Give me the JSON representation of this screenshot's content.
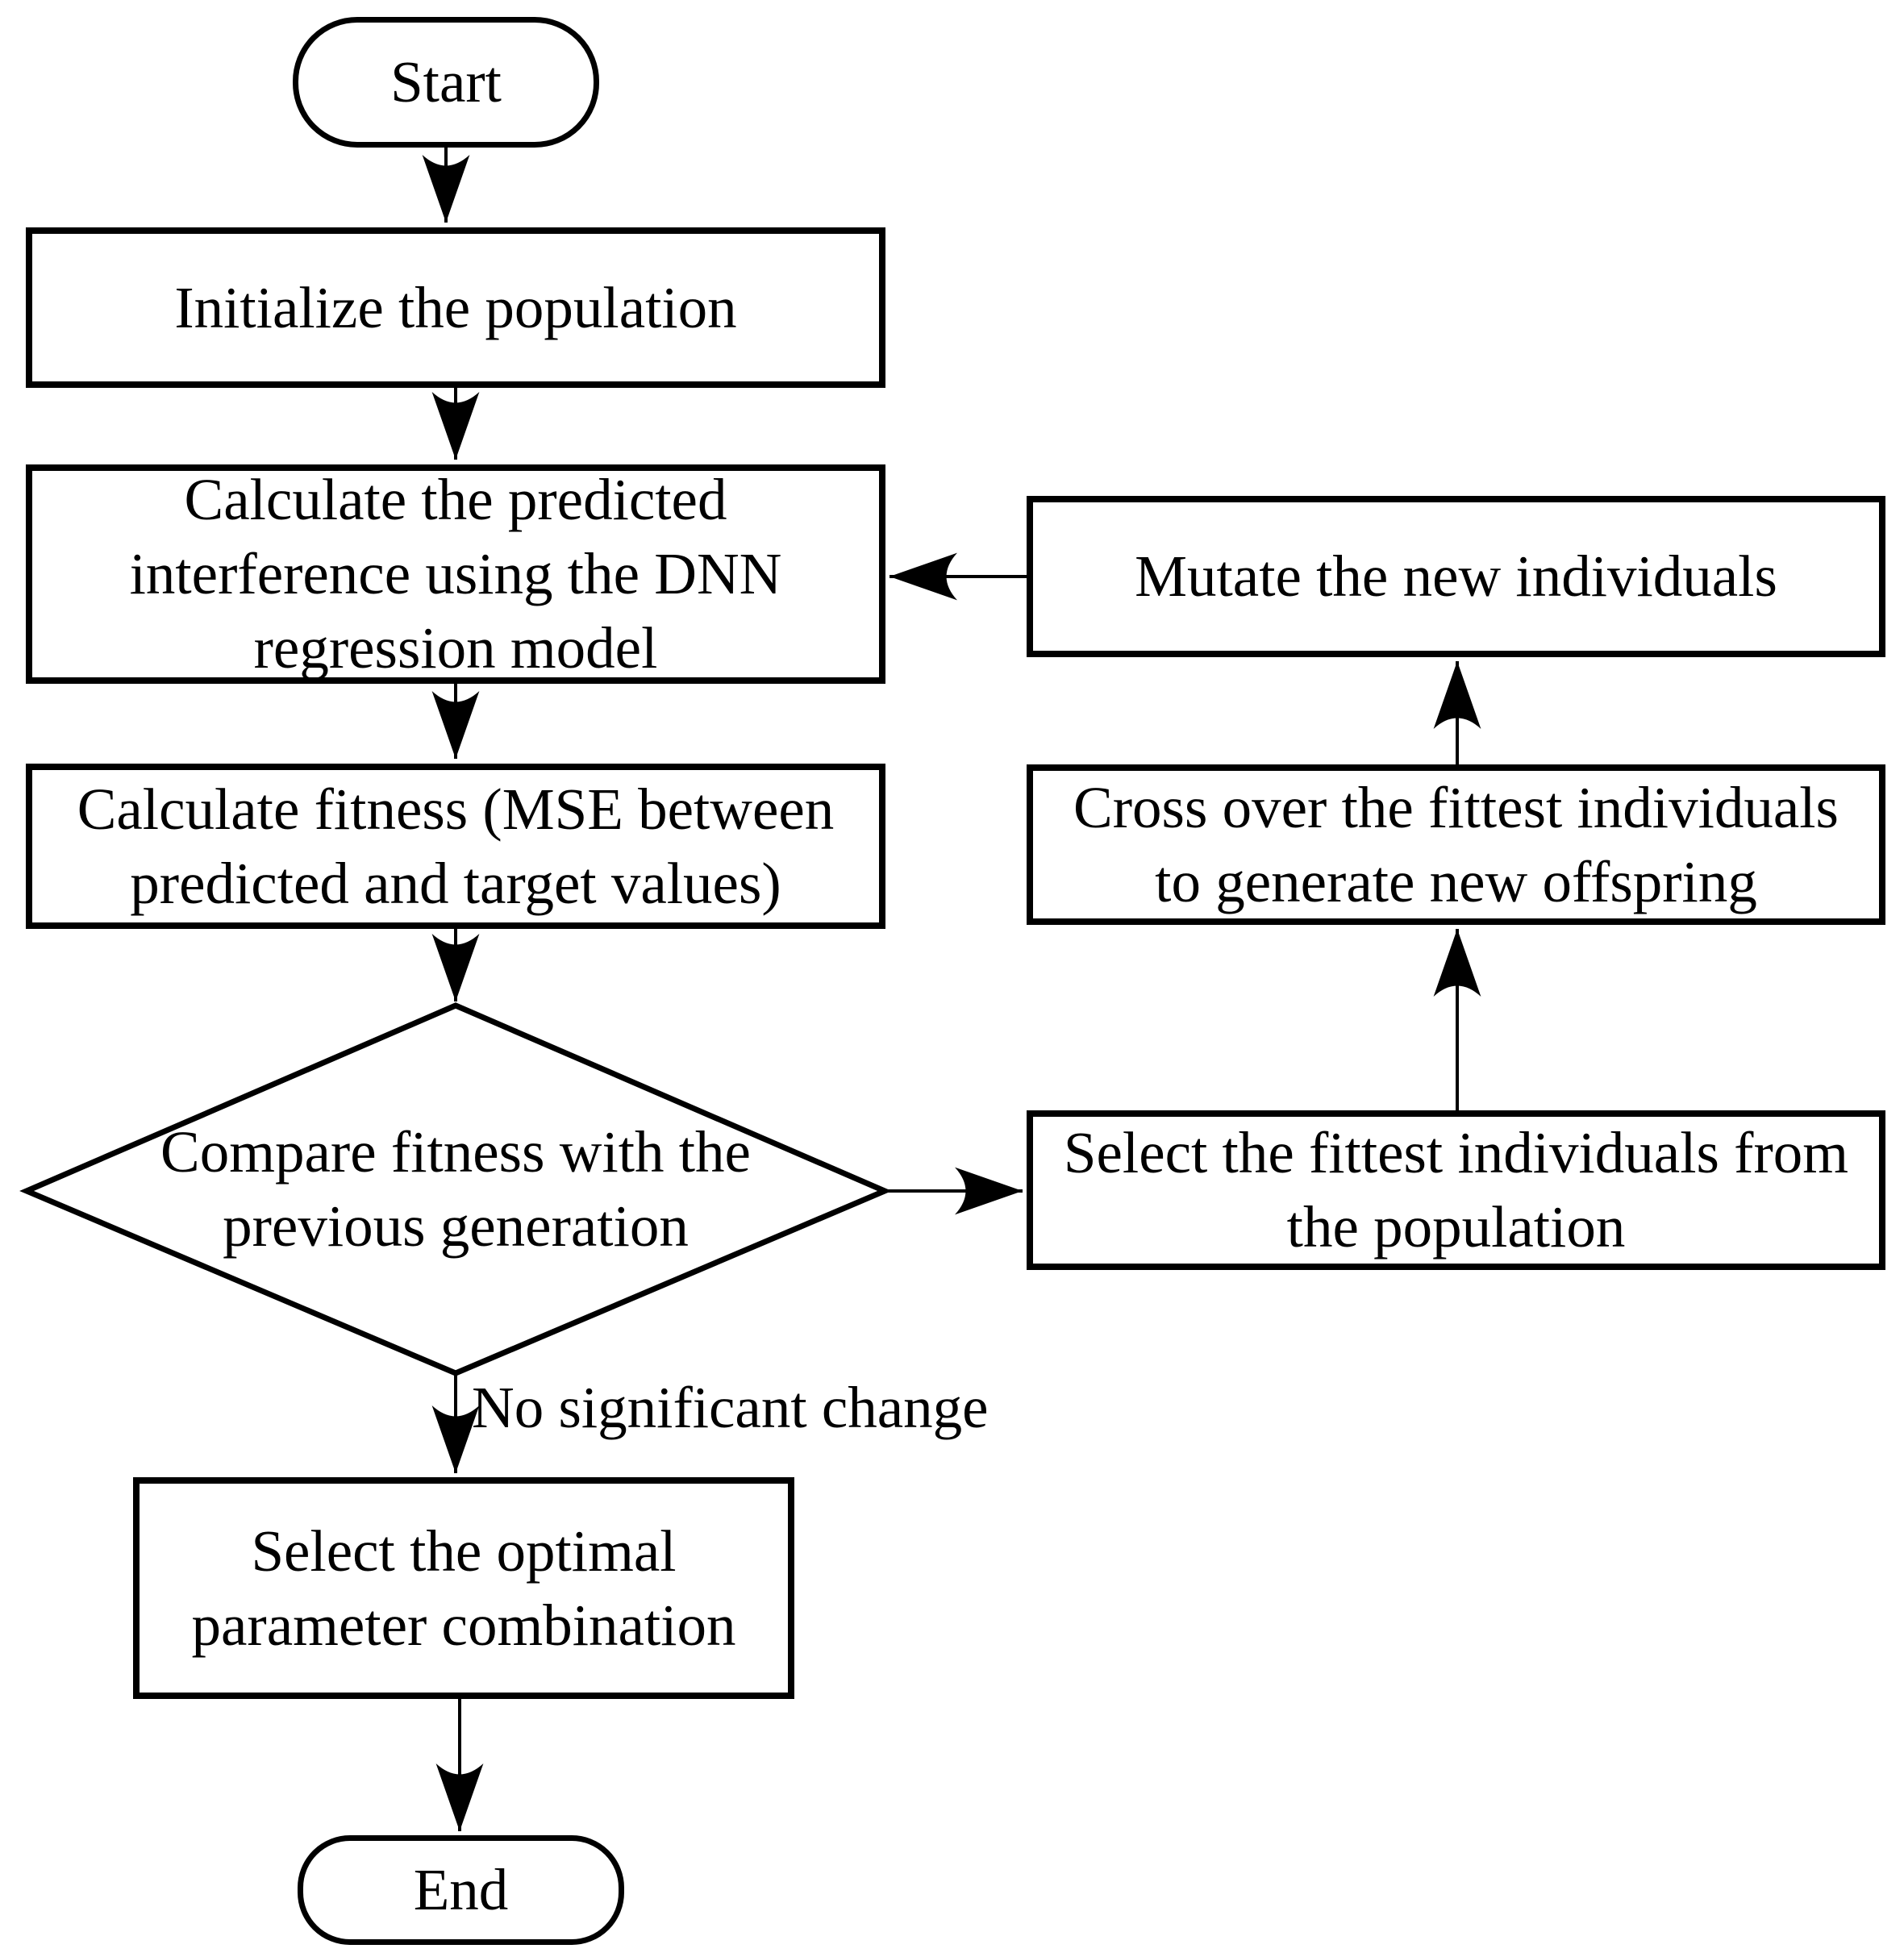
{
  "diagram": {
    "type": "flowchart",
    "background_color": "#ffffff",
    "stroke_color": "#000000",
    "nodes": {
      "start": {
        "shape": "terminator",
        "label": "Start"
      },
      "initialize": {
        "shape": "process",
        "lines": [
          "Initialize the population"
        ]
      },
      "dnn": {
        "shape": "process",
        "lines": [
          "Calculate the predicted",
          "interference using the DNN",
          "regression model"
        ]
      },
      "fitness": {
        "shape": "process",
        "lines": [
          "Calculate fitness (MSE between",
          "predicted and target values)"
        ]
      },
      "compare": {
        "shape": "decision",
        "lines": [
          "Compare fitness with the",
          "previous generation"
        ]
      },
      "select_optimal": {
        "shape": "process",
        "lines": [
          "Select the optimal",
          "parameter combination"
        ]
      },
      "end": {
        "shape": "terminator",
        "label": "End"
      },
      "select_fittest": {
        "shape": "process",
        "lines": [
          "Select the fittest individuals from",
          "the population"
        ]
      },
      "crossover": {
        "shape": "process",
        "lines": [
          "Cross over the fittest individuals",
          "to generate new offspring"
        ]
      },
      "mutate": {
        "shape": "process",
        "lines": [
          "Mutate the new individuals"
        ]
      }
    },
    "edges": [
      {
        "from": "start",
        "to": "initialize",
        "label": ""
      },
      {
        "from": "initialize",
        "to": "dnn",
        "label": ""
      },
      {
        "from": "dnn",
        "to": "fitness",
        "label": ""
      },
      {
        "from": "fitness",
        "to": "compare",
        "label": ""
      },
      {
        "from": "compare",
        "to": "select_optimal",
        "label": "No significant change"
      },
      {
        "from": "select_optimal",
        "to": "end",
        "label": ""
      },
      {
        "from": "compare",
        "to": "select_fittest",
        "label": ""
      },
      {
        "from": "select_fittest",
        "to": "crossover",
        "label": ""
      },
      {
        "from": "crossover",
        "to": "mutate",
        "label": ""
      },
      {
        "from": "mutate",
        "to": "dnn",
        "label": ""
      }
    ]
  }
}
